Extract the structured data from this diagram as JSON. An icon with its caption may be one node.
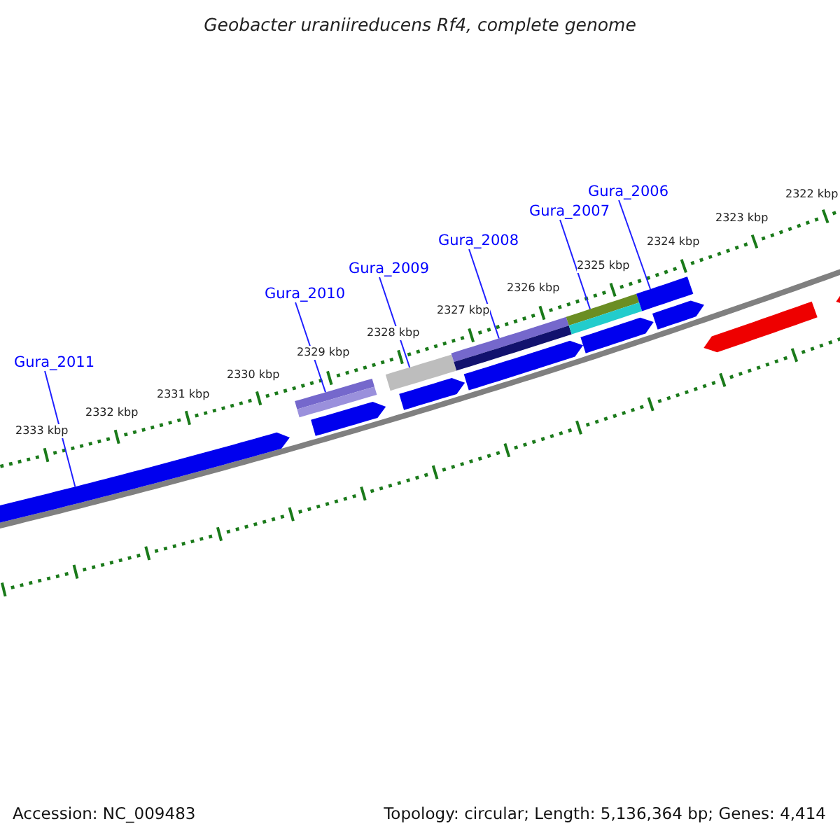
{
  "diagram": {
    "title": "Geobacter uraniireducens Rf4, complete genome",
    "nodes": [
      {
        "text": [
          "Gura_2011"
        ]
      },
      {
        "text": [
          "Gura_2010"
        ]
      },
      {
        "text": [
          "Gura_2009"
        ]
      },
      {
        "text": [
          "Gura_2008"
        ]
      },
      {
        "text": [
          "Gura_2007"
        ]
      },
      {
        "text": [
          "Gura_2006"
        ]
      },
      {
        "text": [],
        "shape": "arrow"
      },
      {
        "text": [],
        "shape": "bar"
      },
      {
        "text": [],
        "shape": "arrow"
      },
      {
        "text": [],
        "shape": "bar"
      },
      {
        "text": [],
        "shape": "arrow"
      },
      {
        "text": [],
        "shape": "bar"
      },
      {
        "text": [],
        "shape": "arrow"
      },
      {
        "text": [],
        "shape": "bar"
      },
      {
        "text": [],
        "shape": "arrow"
      },
      {
        "text": [],
        "shape": "bar"
      },
      {
        "text": [],
        "shape": "arrow"
      },
      {
        "text": [],
        "shape": "arrow"
      },
      {
        "text": [],
        "shape": "arrow"
      }
    ],
    "edges": [
      {
        "from": 0,
        "to": 6,
        "arrow": "none"
      },
      {
        "from": 1,
        "to": 7,
        "arrow": "none"
      },
      {
        "from": 2,
        "to": 9,
        "arrow": "none"
      },
      {
        "from": 3,
        "to": 11,
        "arrow": "none"
      },
      {
        "from": 4,
        "to": 13,
        "arrow": "none"
      },
      {
        "from": 5,
        "to": 15,
        "arrow": "none"
      }
    ],
    "labels": [
      "2333 kbp",
      "2332 kbp",
      "2331 kbp",
      "2330 kbp",
      "2329 kbp",
      "2328 kbp",
      "2327 kbp",
      "2326 kbp",
      "2325 kbp",
      "2324 kbp",
      "2323 kbp",
      "2322 kbp",
      "Accession: NC_009483",
      "Topology: circular; Length: 5,136,364 bp; Genes: 4,414"
    ]
  }
}
